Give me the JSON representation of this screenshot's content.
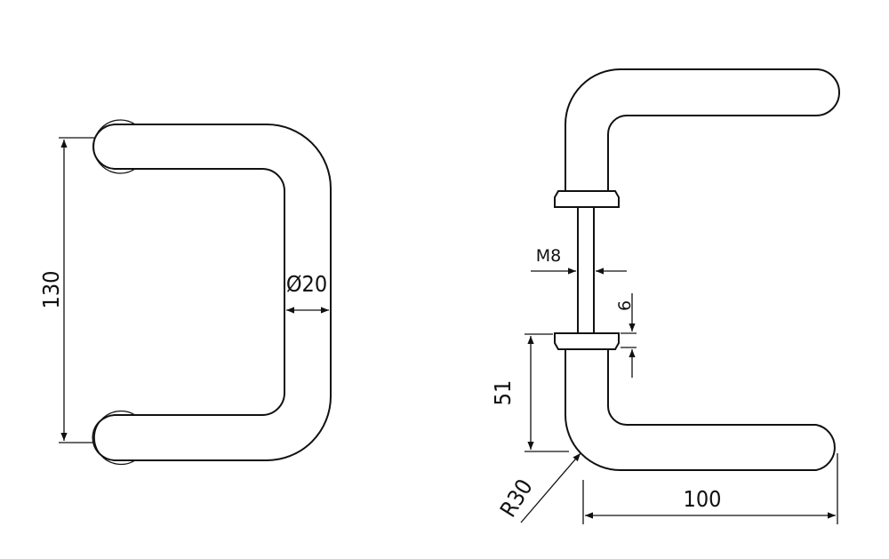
{
  "drawing": {
    "pull_handle": {
      "height_dim": "130",
      "diameter_dim": "Ø20"
    },
    "lever_handle": {
      "thread_dim": "M8",
      "gap_dim": "6",
      "height_dim": "51",
      "radius_dim": "R30",
      "length_dim": "100"
    }
  }
}
